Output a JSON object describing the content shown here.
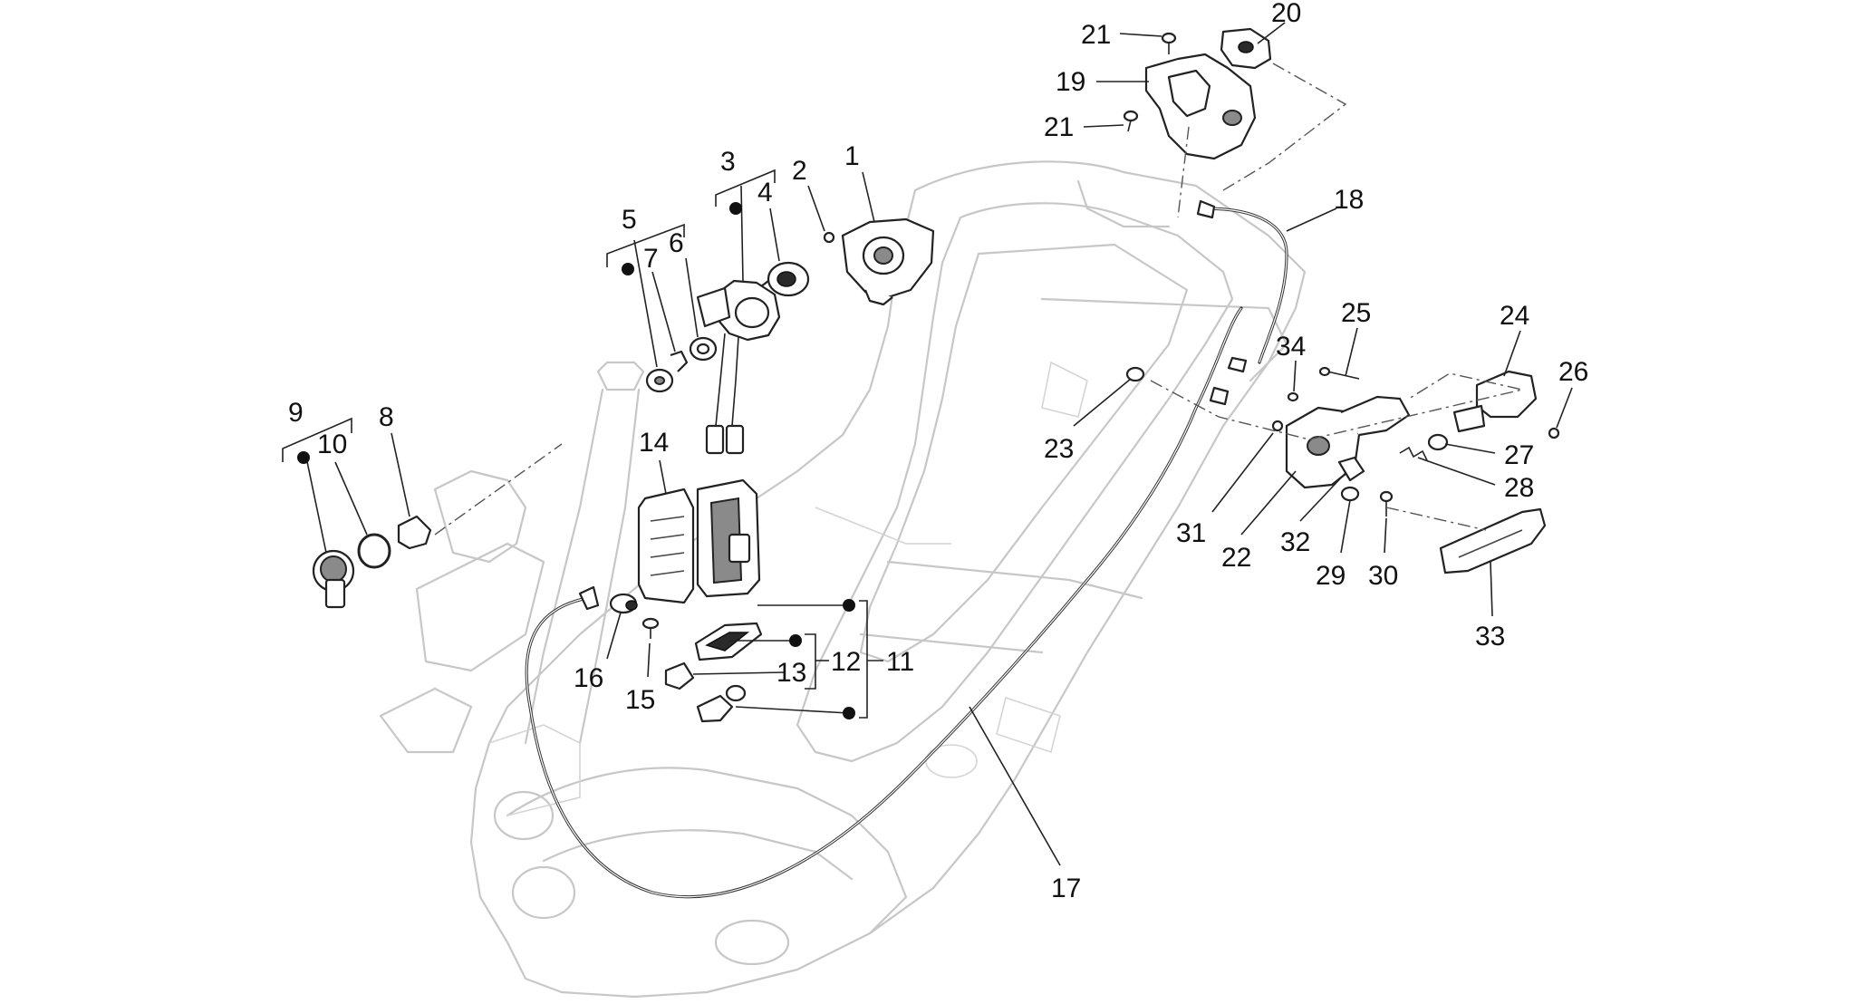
{
  "callouts": {
    "c1": "1",
    "c2": "2",
    "c3": "3",
    "c4": "4",
    "c5": "5",
    "c6": "6",
    "c7": "7",
    "c8": "8",
    "c9": "9",
    "c10": "10",
    "c11": "11",
    "c12": "12",
    "c13": "13",
    "c14": "14",
    "c15": "15",
    "c16": "16",
    "c17": "17",
    "c18": "18",
    "c19": "19",
    "c20": "20",
    "c21a": "21",
    "c21b": "21",
    "c22": "22",
    "c23": "23",
    "c24": "24",
    "c25": "25",
    "c26": "26",
    "c27": "27",
    "c28": "28",
    "c29": "29",
    "c30": "30",
    "c31": "31",
    "c32": "32",
    "c33": "33",
    "c34": "34"
  },
  "colors": {
    "frame_outline": "#c7c7c7",
    "part_outline": "#222222",
    "background": "#ffffff"
  }
}
